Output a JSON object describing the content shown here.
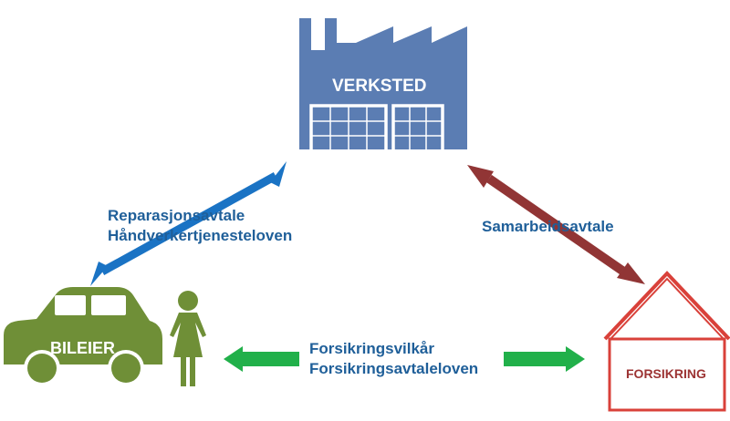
{
  "nodes": {
    "verksted": {
      "label": "VERKSTED",
      "color": "#5b7db3"
    },
    "bileier": {
      "label": "BILEIER",
      "color": "#6f8f37"
    },
    "forsikring": {
      "label": "FORSIKRING",
      "color": "#d9413a",
      "text_color": "#9c3333"
    }
  },
  "edges": {
    "bileier_verksted": {
      "lines": [
        "Reparasjonsavtale",
        "Håndverkertjenesteloven"
      ],
      "color": "#1a73c4"
    },
    "verksted_forsikring": {
      "lines": [
        "Samarbeidsavtale"
      ],
      "color": "#913535"
    },
    "bileier_forsikring": {
      "lines": [
        "Forsikringsvilkår",
        "Forsikringsavtaleloven"
      ],
      "color": "#21b04a"
    }
  },
  "text_color": "#1f5f99"
}
